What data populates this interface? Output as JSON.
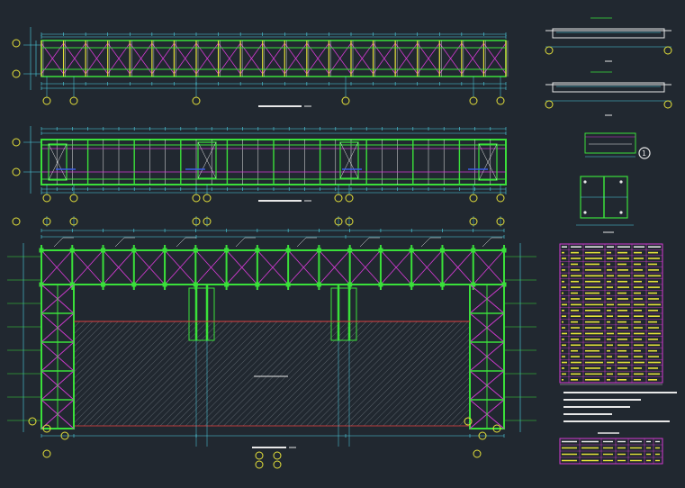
{
  "drawing": {
    "background": "#212830",
    "colors": {
      "green": "#3ae03a",
      "magenta": "#d23ad2",
      "cyan": "#4fd3e6",
      "yellow": "#e6e23a",
      "white": "#e8e8e8",
      "red": "#e04040",
      "blue": "#3a5ae6",
      "hatch": "#7f8a92"
    },
    "views": {
      "top_plan": {
        "title": "",
        "bay_count": 21
      },
      "middle_plan": {
        "title": "",
        "bay_count": 30
      },
      "big_plan": {
        "title": "",
        "center_label": "",
        "bay_count": 15
      },
      "small_note": {
        "label": ""
      },
      "section_marker": {
        "label": "1"
      }
    },
    "table_main": {
      "row_count": 24,
      "column_count": 7
    },
    "table_small": {
      "row_count": 4,
      "column_count": 7
    },
    "notes_line_count": 5
  }
}
